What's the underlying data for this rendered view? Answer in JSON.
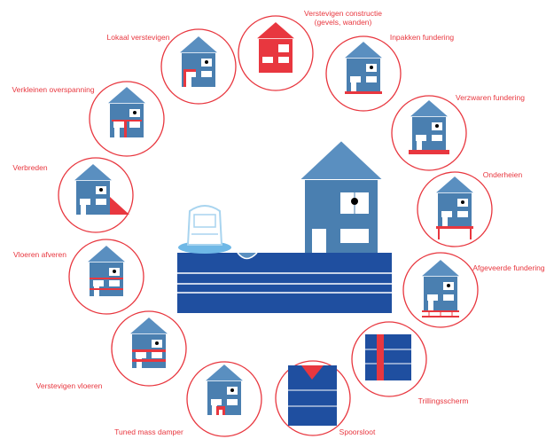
{
  "labels": {
    "verstevigen_constructie_1": "Verstevigen constructie",
    "verstevigen_constructie_2": "(gevels, wanden)",
    "lokaal_verstevigen": "Lokaal verstevigen",
    "inpakken_fundering": "Inpakken fundering",
    "verkleinen_overspanning": "Verkleinen overspanning",
    "verzwaren_fundering": "Verzwaren fundering",
    "verbreden": "Verbreden",
    "onderheien": "Onderheien",
    "vloeren_afveren": "Vloeren afveren",
    "afgeveerde_fundering": "Afgeveerde fundering",
    "trillingsscherm": "Trillingsscherm",
    "verstevigen_vloeren": "Verstevigen vloeren",
    "spoorsloot": "Spoorsloot",
    "tuned_mass_damper": "Tuned mass damper"
  },
  "colors": {
    "house_blue": "#4a7fb0",
    "roof_blue": "#5a8fc0",
    "accent_red": "#e8373f",
    "ground_navy": "#1f4fa0",
    "circle_red": "#e8373f",
    "train_light": "#a8d4ef"
  },
  "icons": [
    "house-icon",
    "train-icon",
    "ground-block",
    "person-icon"
  ]
}
